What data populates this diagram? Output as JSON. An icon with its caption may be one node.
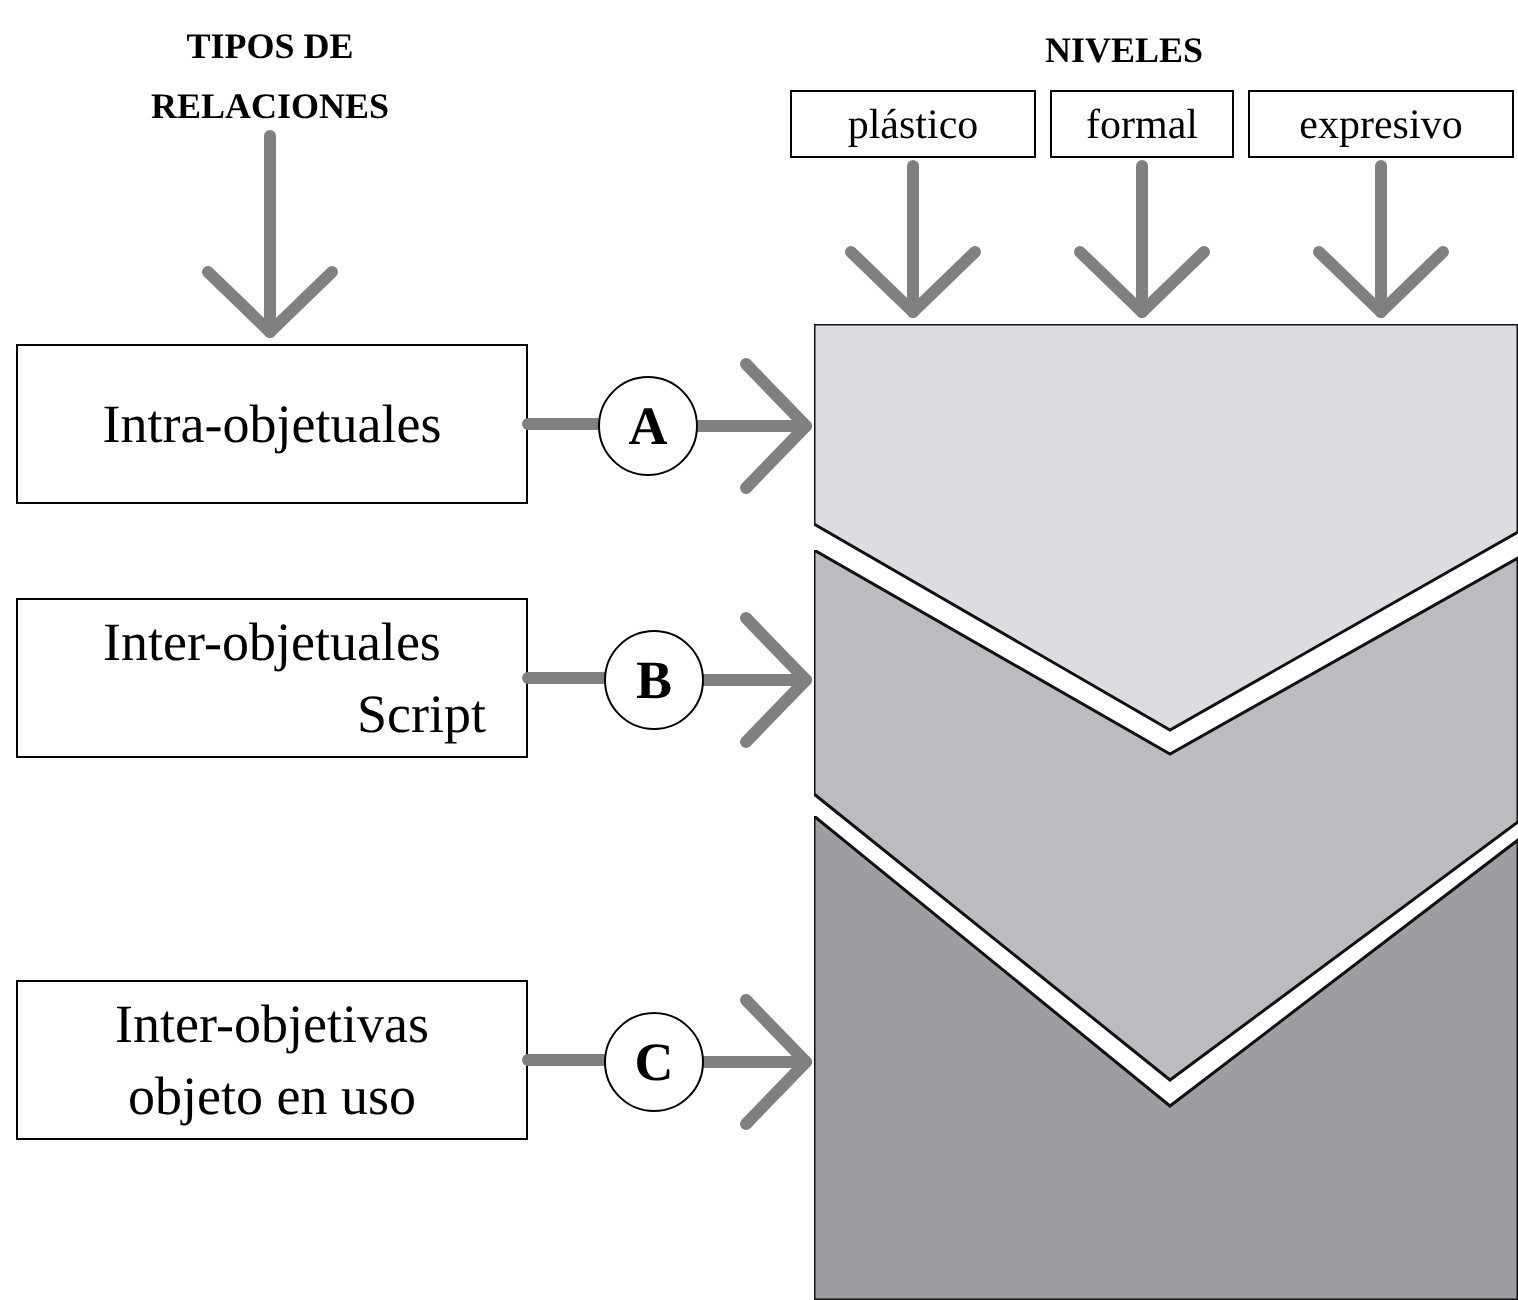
{
  "diagram": {
    "nodes": [
      {
        "text": [
          "TIPOS DE RELACIONES"
        ]
      },
      {
        "text": [
          "NIVELES"
        ]
      },
      {
        "text": [
          "plástico"
        ]
      },
      {
        "text": [
          "formal"
        ]
      },
      {
        "text": [
          "expresivo"
        ]
      },
      {
        "text": [
          "Intra-objetuales"
        ]
      },
      {
        "text": [
          "A"
        ]
      },
      {
        "text": [],
        "shape": "chevron"
      },
      {
        "text": [
          "Inter-objetuales",
          "Script"
        ]
      },
      {
        "text": [
          "B"
        ]
      },
      {
        "text": [],
        "shape": "chevron"
      },
      {
        "text": [
          "Inter-objetivas",
          "objeto en uso"
        ]
      },
      {
        "text": [
          "C"
        ]
      },
      {
        "text": [],
        "shape": "chevron"
      }
    ],
    "edges": [
      {
        "from": 0,
        "to": 5,
        "arrow": "to"
      },
      {
        "from": 2,
        "to": 7,
        "arrow": "to"
      },
      {
        "from": 3,
        "to": 7,
        "arrow": "to"
      },
      {
        "from": 4,
        "to": 7,
        "arrow": "to"
      },
      {
        "from": 5,
        "to": 6,
        "arrow": "none"
      },
      {
        "from": 6,
        "to": 7,
        "arrow": "to"
      },
      {
        "from": 8,
        "to": 9,
        "arrow": "none"
      },
      {
        "from": 9,
        "to": 10,
        "arrow": "to"
      },
      {
        "from": 11,
        "to": 12,
        "arrow": "none"
      },
      {
        "from": 12,
        "to": 13,
        "arrow": "to"
      }
    ]
  }
}
